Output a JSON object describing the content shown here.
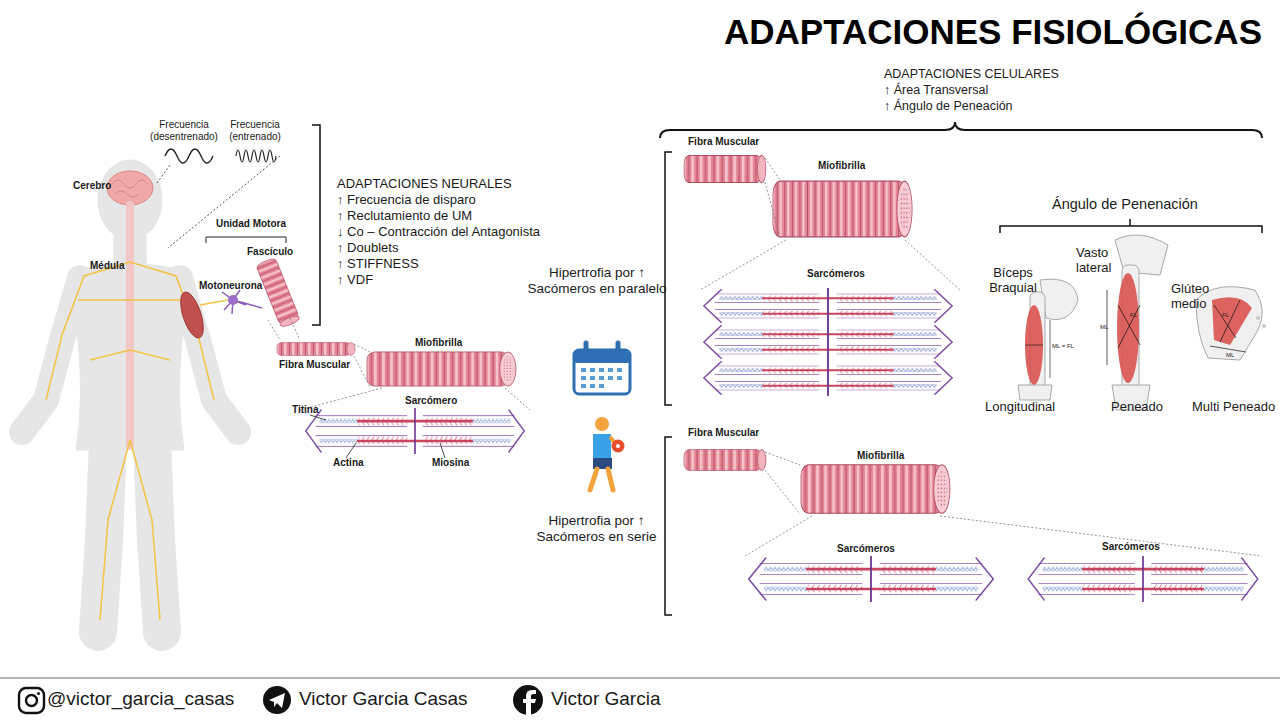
{
  "diagram": {
    "title": "ADAPTACIONES FISIOLÓGICAS",
    "labels": [
      "Frecuencia (desentrenado)",
      "Frecuencia (entrenado)",
      "Cerebro",
      "Médula",
      "Unidad Motora",
      "Fascículo",
      "Motoneurona",
      "Fibra Muscular",
      "Miofibrilla",
      "Sarcómero",
      "Titina",
      "Actina",
      "Miosina",
      "ADAPTACIONES NEURALES",
      "↑ Frecuencia de disparo",
      "↑ Reclutamiento de UM",
      "↓ Co – Contracción del Antagonista",
      "↑ Doublets",
      "↑ STIFFNESS",
      "↑ VDF",
      "ADAPTACIONES CELULARES",
      "↑ Área Transversal",
      "↑ Ángulo de Peneación",
      "Fibra Muscular",
      "Miofibrilla",
      "Hipertrofia por ↑ Sacómeros en paralelo",
      "Sarcómeros",
      "Ángulo de Penenación",
      "Bíceps Braquial",
      "Vasto lateral",
      "Glúteo medio",
      "ML = FL",
      "ML",
      "FL",
      "FL",
      "ML",
      "Longitudinal",
      "Peneado",
      "Multi Peneado",
      "Fibra Muscular",
      "Miofibrilla",
      "Hipertrofia por ↑ Sacómeros en serie",
      "Sarcómeros",
      "Sarcómeros",
      "@victor_garcia_casas",
      "Victor Garcia Casas",
      "Victor Garcia"
    ]
  }
}
